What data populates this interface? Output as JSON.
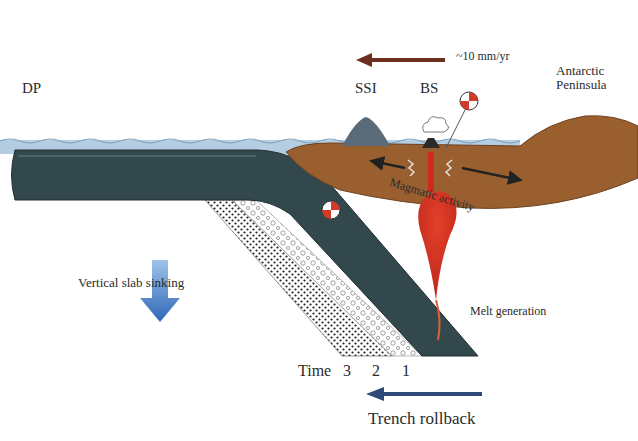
{
  "diagram": {
    "labels": [
      "~10 mm/yr",
      "DP",
      "SSI",
      "BS",
      "Antarctic Peninsula",
      "Magmatic activity",
      "Vertical slab sinking",
      "Melt generation",
      "Time",
      "3",
      "2",
      "1",
      "Trench rollback"
    ]
  }
}
